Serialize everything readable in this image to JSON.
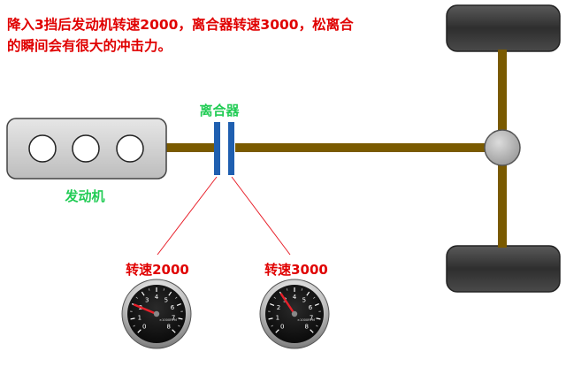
{
  "caption": {
    "line1": "降入3挡后发动机转速2000，离合器转速3000，松离合",
    "line2": "的瞬间会有很大的冲击力。"
  },
  "labels": {
    "clutch": "离合器",
    "engine": "发动机",
    "speed_left": "转速2000",
    "speed_right": "转速3000"
  },
  "gauges": {
    "unit": "×1000RPM",
    "ticks": [
      "0",
      "1",
      "2",
      "3",
      "4",
      "5",
      "6",
      "7",
      "8"
    ],
    "left_value": 2000,
    "right_value": 3000
  },
  "colors": {
    "caption_red": "#e00000",
    "label_green": "#22cc55",
    "shaft_brown": "#7a5a00",
    "clutch_blue": "#1f5fb0",
    "needle_red": "#e8202a"
  }
}
